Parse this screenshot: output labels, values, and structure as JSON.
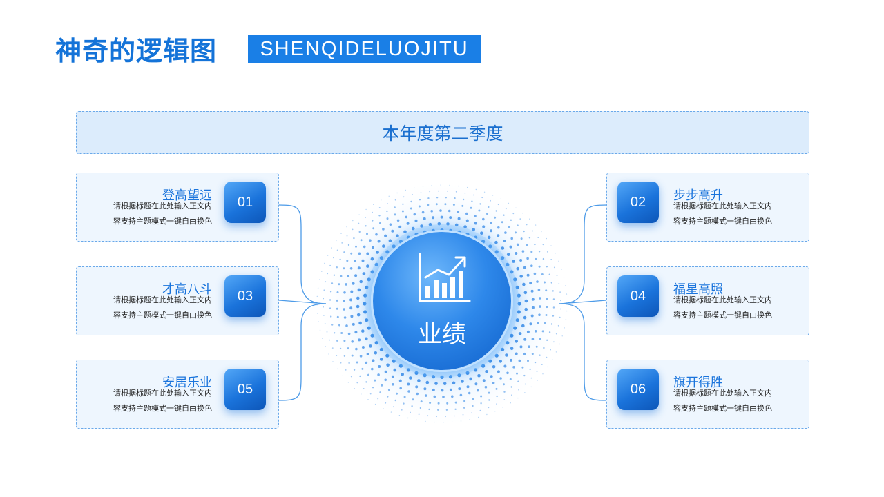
{
  "header": {
    "title": "神奇的逻辑图",
    "subtitle": "SHENQIDELUOJITU"
  },
  "banner": {
    "text": "本年度第二季度"
  },
  "hub": {
    "label": "业绩",
    "icon": "growth-chart-icon"
  },
  "items": [
    {
      "num": "01",
      "title": "登高望远",
      "desc1": "请根据标题在此处输入正文内",
      "desc2": "容支持主题模式一键自由换色"
    },
    {
      "num": "02",
      "title": "步步高升",
      "desc1": "请根据标题在此处输入正文内",
      "desc2": "容支持主题模式一键自由换色"
    },
    {
      "num": "03",
      "title": "才高八斗",
      "desc1": "请根据标题在此处输入正文内",
      "desc2": "容支持主题模式一键自由换色"
    },
    {
      "num": "04",
      "title": "福星高照",
      "desc1": "请根据标题在此处输入正文内",
      "desc2": "容支持主题模式一键自由换色"
    },
    {
      "num": "05",
      "title": "安居乐业",
      "desc1": "请根据标题在此处输入正文内",
      "desc2": "容支持主题模式一键自由换色"
    },
    {
      "num": "06",
      "title": "旗开得胜",
      "desc1": "请根据标题在此处输入正文内",
      "desc2": "容支持主题模式一键自由换色"
    }
  ],
  "colors": {
    "primary": "#1a7fe6",
    "title": "#1473d8",
    "banner_bg": "#dcecfc",
    "card_bg": "#eef6fe"
  }
}
